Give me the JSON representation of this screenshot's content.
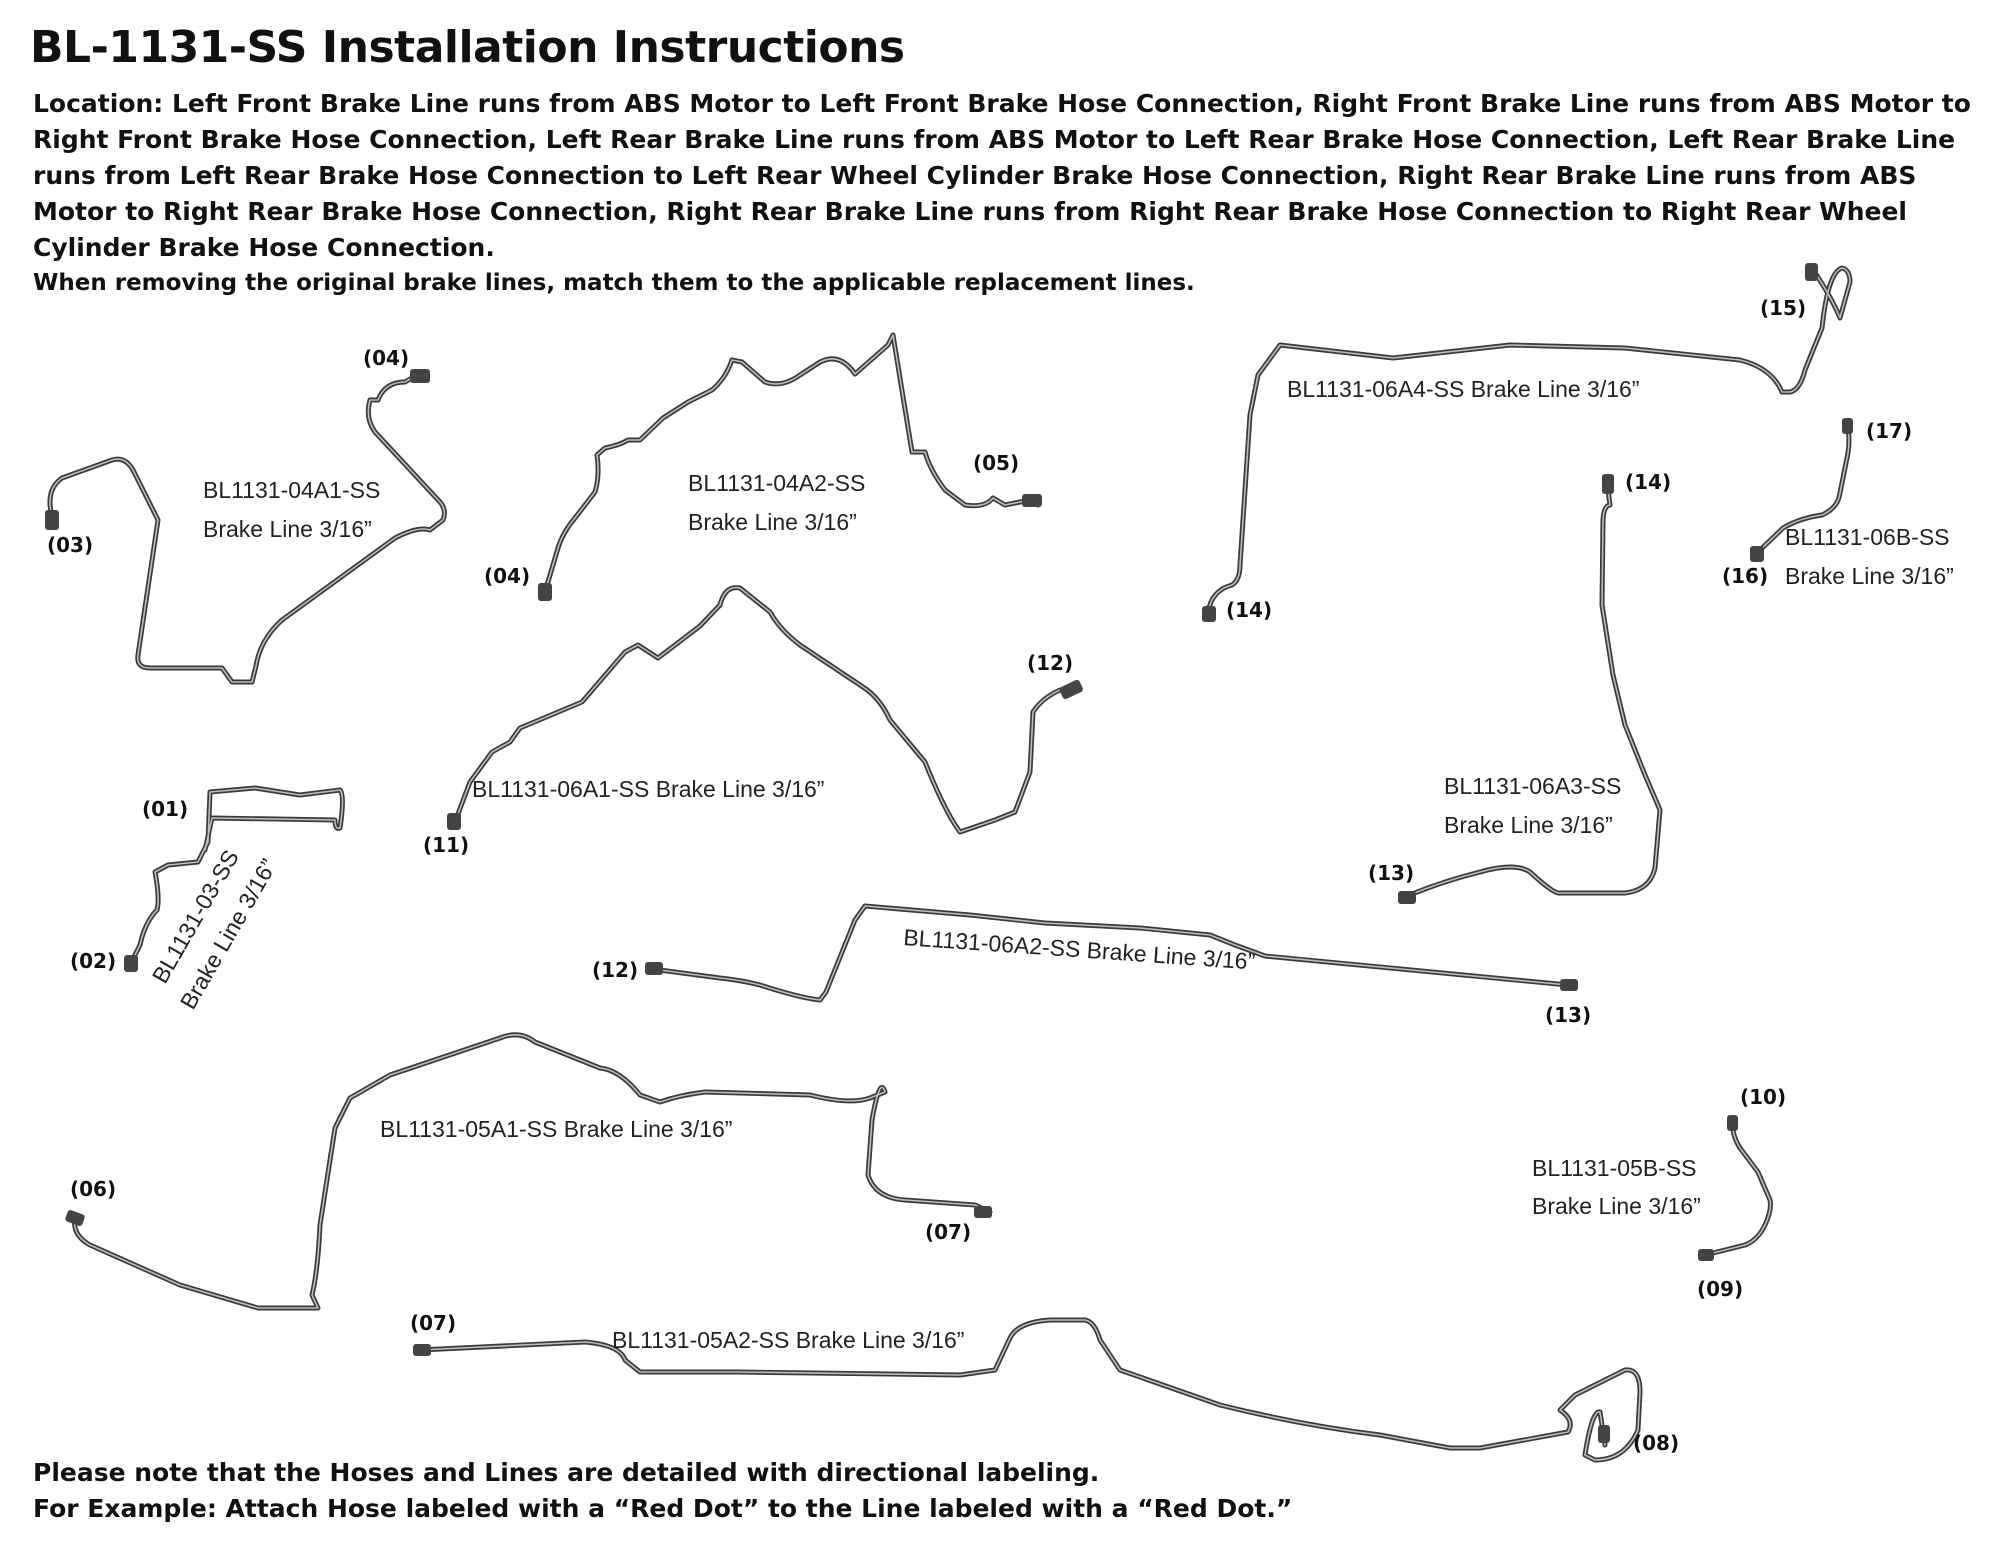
{
  "title": "BL-1131-SS Installation Instructions",
  "location": "Location: Left Front Brake Line runs from ABS Motor to Left Front Brake Hose Connection, Right Front Brake Line runs from ABS Motor to Right Front Brake Hose Connection, Left Rear Brake Line runs from ABS Motor to Left Rear Brake Hose Connection, Left Rear Brake Line runs from Left Rear Brake Hose Connection to Left Rear Wheel Cylinder Brake Hose Connection, Right Rear Brake Line runs from ABS Motor to Right Rear Brake Hose Connection, Right Rear Brake Line runs from Right Rear Brake Hose Connection to Right Rear Wheel Cylinder Brake Hose Connection.",
  "match_text": "When removing the original brake lines, match them to the applicable replacement lines.",
  "note_line1": "Please note that the Hoses and Lines are detailed with directional labeling.",
  "note_line2": "For Example: Attach Hose labeled with a “Red Dot” to the Line labeled with a “Red Dot.”",
  "lines": {
    "l04a1": {
      "part": "BL1131-04A1-SS",
      "spec": "Brake Line 3/16”",
      "from": "(03)",
      "to": "(04)"
    },
    "l04a2": {
      "part": "BL1131-04A2-SS",
      "spec": "Brake Line 3/16”",
      "from": "(04)",
      "to": "(05)"
    },
    "l06a4": {
      "full": "BL1131-06A4-SS Brake Line 3/16”",
      "from": "(14)",
      "to": "(15)"
    },
    "l06b": {
      "part": "BL1131-06B-SS",
      "spec": "Brake Line 3/16”",
      "from": "(16)",
      "to": "(17)"
    },
    "l06a1": {
      "full": "BL1131-06A1-SS Brake Line 3/16”",
      "from": "(11)",
      "to": "(12)"
    },
    "l06a3": {
      "part": "BL1131-06A3-SS",
      "spec": "Brake Line 3/16”",
      "from": "(13)",
      "to": "(14)"
    },
    "l03": {
      "part": "BL1131-03-SS",
      "spec": "Brake Line 3/16”",
      "from": "(02)",
      "to": "(01)"
    },
    "l06a2": {
      "full": "BL1131-06A2-SS Brake Line 3/16”",
      "from": "(12)",
      "to": "(13)"
    },
    "l05a1": {
      "full": "BL1131-05A1-SS Brake Line 3/16”",
      "from": "(06)",
      "to": "(07)"
    },
    "l05b": {
      "part": "BL1131-05B-SS",
      "spec": "Brake Line 3/16”",
      "from": "(09)",
      "to": "(10)"
    },
    "l05a2": {
      "full": "BL1131-05A2-SS Brake Line 3/16”",
      "from": "(07)",
      "to": "(08)"
    }
  }
}
